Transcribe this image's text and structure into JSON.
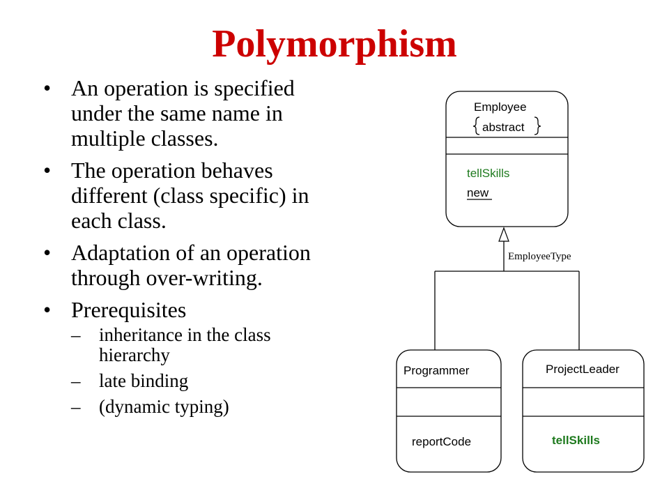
{
  "title": "Polymorphism",
  "colors": {
    "title": "#cc0000",
    "method_green": "#1e7a1e",
    "line": "#000000"
  },
  "bullets": [
    {
      "text": "An operation is specified under the same name in multiple classes."
    },
    {
      "text": "The operation behaves different (class specific) in each class."
    },
    {
      "text": "Adaptation of an operation through over-writing."
    },
    {
      "text": "Prerequisites"
    }
  ],
  "bullet_symbol": "•",
  "dash_symbol": "–",
  "prerequisites": [
    "inheritance in the class hierarchy",
    "late binding",
    "(dynamic typing)"
  ],
  "diagram": {
    "employee": {
      "name": "Employee",
      "stereotype": "abstract",
      "methods": [
        "tellSkills",
        "new"
      ]
    },
    "generalization_label": "EmployeeType",
    "programmer": {
      "name": "Programmer",
      "methods": [
        "reportCode"
      ]
    },
    "project_leader": {
      "name": "ProjectLeader",
      "methods": [
        "tellSkills"
      ]
    }
  }
}
